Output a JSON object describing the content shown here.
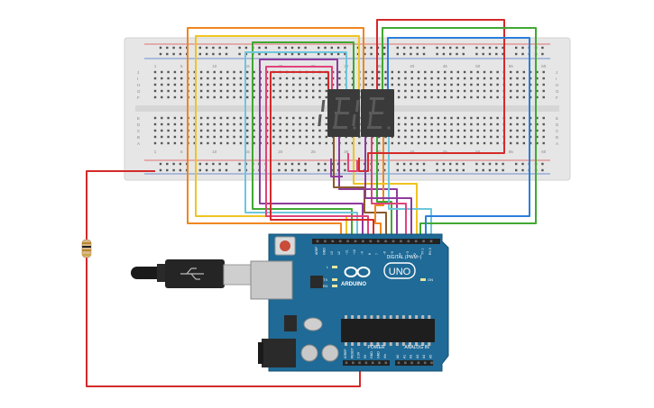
{
  "board": {
    "brand": "ARDUINO",
    "model": "UNO",
    "digital_label": "DIGITAL (PWM~)",
    "power_label": "POWER",
    "analog_label": "ANALOG IN",
    "led_on": "ON",
    "led_tx": "TX",
    "led_rx": "RX",
    "led_l": "L",
    "digital_pins": [
      "AREF",
      "GND",
      "13",
      "12",
      "~11",
      "~10",
      "~9",
      "8",
      "7",
      "~6",
      "~5",
      "4",
      "~3",
      "2",
      "TX 1",
      "RX 0"
    ],
    "power_pins": [
      "IOREF",
      "RESET",
      "3.3V",
      "5V",
      "GND",
      "GND",
      "Vin"
    ],
    "analog_pins": [
      "A0",
      "A1",
      "A2",
      "A3",
      "A4",
      "A5"
    ]
  },
  "breadboard": {
    "row_letters_top": [
      "J",
      "I",
      "H",
      "G",
      "F"
    ],
    "row_letters_bottom": [
      "E",
      "D",
      "C",
      "B",
      "A"
    ],
    "column_numbers": [
      "1",
      "5",
      "10",
      "15",
      "20",
      "25",
      "30",
      "35",
      "40",
      "45",
      "50",
      "55",
      "60"
    ]
  },
  "display": {
    "digit_count": 2
  },
  "colors": {
    "red": "#d42a2a",
    "orange": "#f0861d",
    "yellow": "#efc422",
    "green": "#40a832",
    "blue": "#2b7fd9",
    "cyan": "#6ec6dc",
    "purple": "#8f3c9d",
    "brown": "#8b5a2b",
    "pink": "#e0447a",
    "board": "#1f6a96",
    "breadboard": "#e8e8e8"
  }
}
